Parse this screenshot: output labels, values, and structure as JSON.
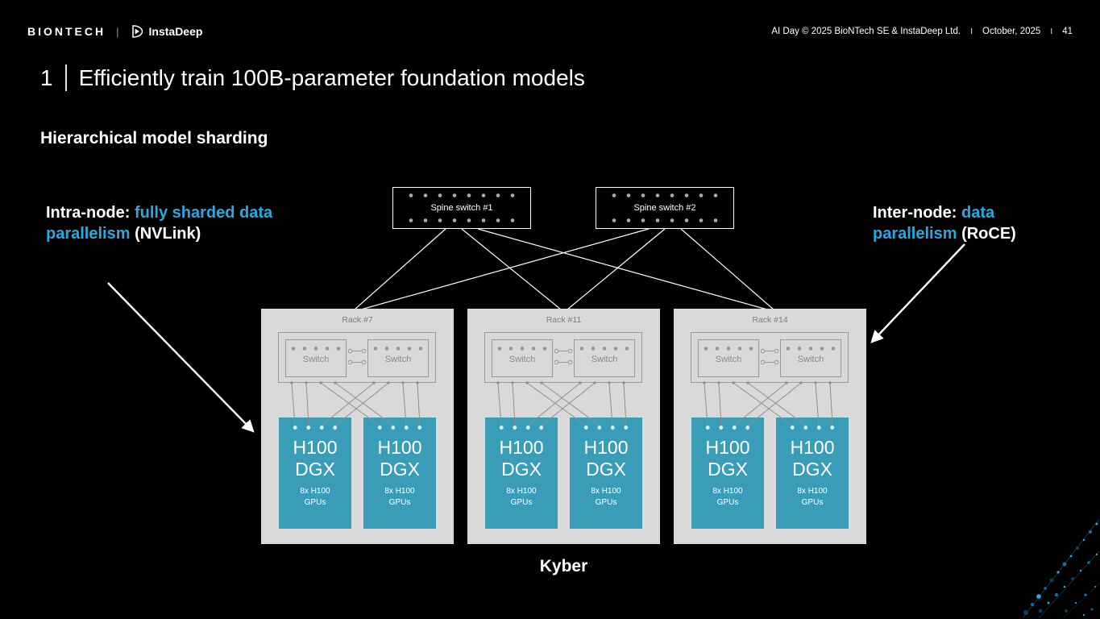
{
  "header": {
    "biontech_logo": "BIONTECH",
    "logo_divider": "|",
    "instadeep_logo": "InstaDeep",
    "meta_left": "AI Day © 2025  BioNTech SE & InstaDeep Ltd.",
    "meta_sep1": "I",
    "meta_date": "October, 2025",
    "meta_sep2": "I",
    "meta_page": "41"
  },
  "title": {
    "number": "1",
    "text": "Efficiently train 100B-parameter foundation models"
  },
  "subtitle": "Hierarchical model sharding",
  "annotations": {
    "left": {
      "prefix": "Intra-node: ",
      "highlight": "fully sharded data parallelism",
      "suffix": " (NVLink)"
    },
    "right": {
      "prefix": "Inter-node: ",
      "highlight": "data parallelism",
      "suffix": " (RoCE)"
    }
  },
  "diagram": {
    "spine_switches": [
      {
        "label": "Spine switch #1"
      },
      {
        "label": "Spine switch #2"
      }
    ],
    "racks": [
      {
        "label": "Rack #7"
      },
      {
        "label": "Rack #11"
      },
      {
        "label": "Rack #14"
      }
    ],
    "switch_label": "Switch",
    "node": {
      "title": "H100",
      "subtitle": "DGX",
      "detail_line1": "8x H100",
      "detail_line2": "GPUs"
    },
    "footer_label": "Kyber"
  },
  "colors": {
    "accent_blue": "#29A9E0",
    "node_teal": "#3A9DB8",
    "rack_gray": "#D9D9D9",
    "background": "#000000"
  }
}
